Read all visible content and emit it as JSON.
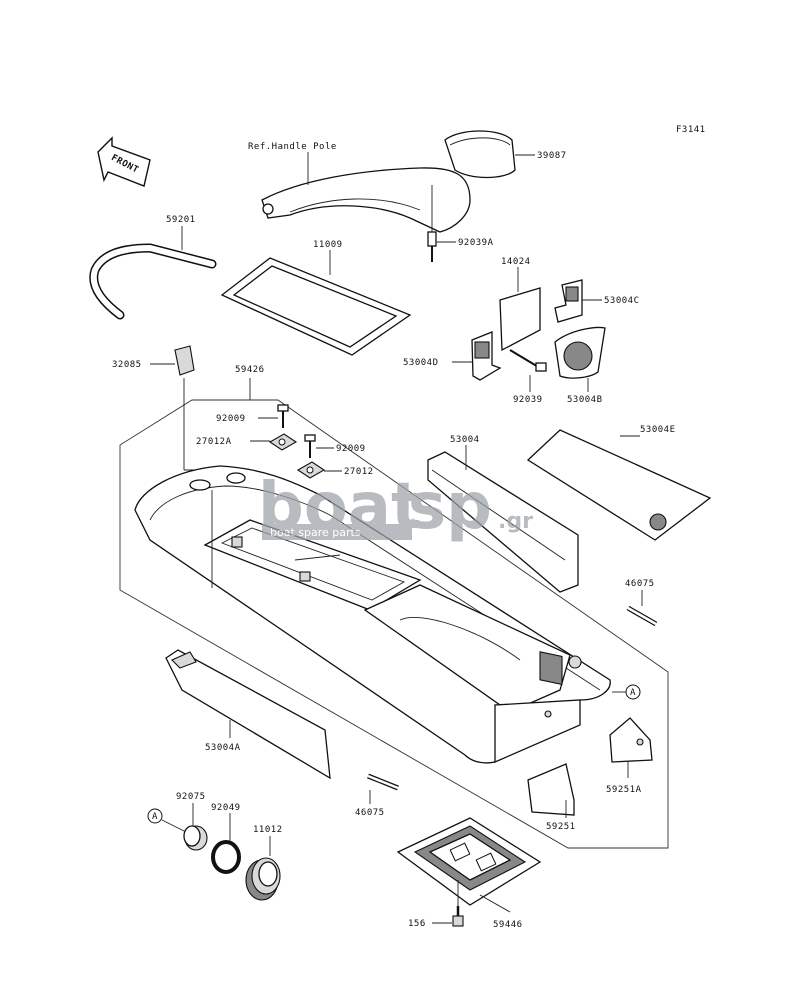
{
  "figure_code": "F3141",
  "front_label": "FRONT",
  "ref_label": "Ref.Handle Pole",
  "callout_letter": "A",
  "watermark": {
    "brand_left": "boat",
    "brand_right": "sp",
    "suffix": ".gr",
    "tagline": "boat spare parts"
  },
  "parts": {
    "p39087": "39087",
    "p92039A": "92039A",
    "p59201": "59201",
    "p11009": "11009",
    "p14024": "14024",
    "p53004C": "53004C",
    "p53004D": "53004D",
    "p92039": "92039",
    "p53004B": "53004B",
    "p32085": "32085",
    "p59426": "59426",
    "p92009a": "92009",
    "p27012A": "27012A",
    "p92009b": "92009",
    "p27012": "27012",
    "p53004": "53004",
    "p53004E": "53004E",
    "p46075a": "46075",
    "p53004A": "53004A",
    "p59251A": "59251A",
    "p92075": "92075",
    "p92049": "92049",
    "p11012": "11012",
    "p46075b": "46075",
    "p59251": "59251",
    "p156": "156",
    "p59446": "59446"
  }
}
